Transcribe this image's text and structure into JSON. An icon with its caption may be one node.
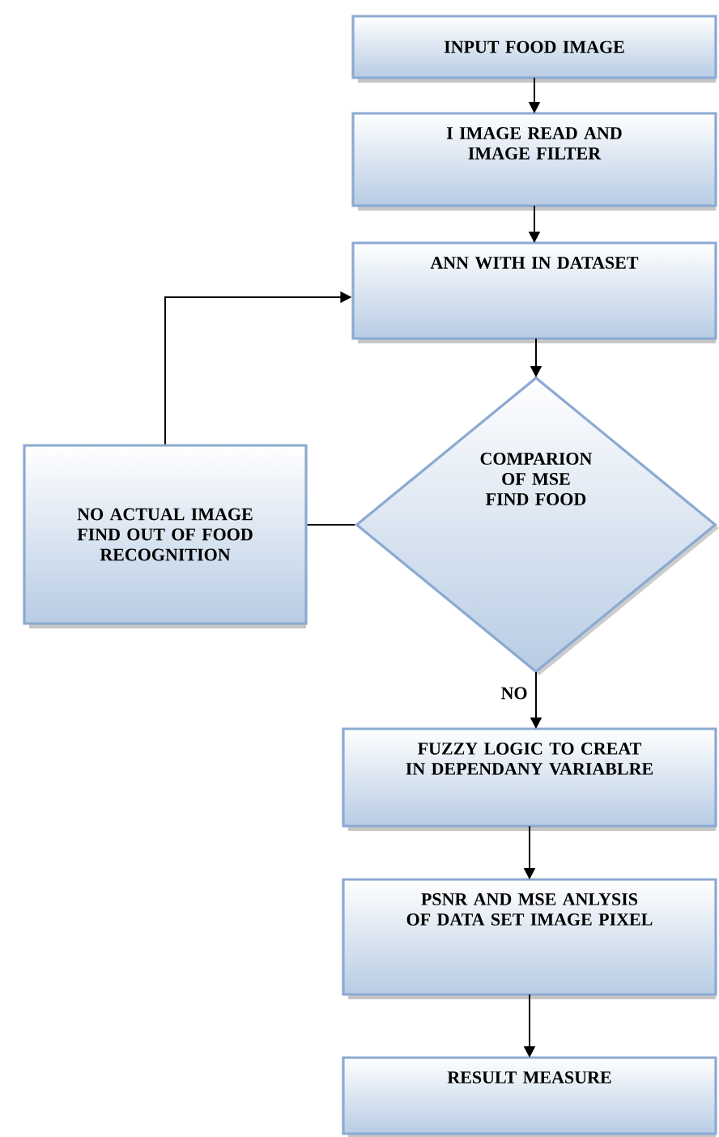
{
  "diagram": {
    "nodes": [
      {
        "text": [
          "INPUT FOOD IMAGE"
        ]
      },
      {
        "text": [
          "I IMAGE READ AND IMAGE FILTER"
        ]
      },
      {
        "text": [
          "ANN WITH IN DATASET"
        ]
      },
      {
        "text": [
          "COMPARION OF MSE FIND FOOD"
        ]
      },
      {
        "text": [
          "NO ACTUAL IMAGE FIND OUT OF FOOD RECOGNITION"
        ]
      },
      {
        "text": [
          "FUZZY LOGIC TO CREAT IN DEPENDANY VARIABLRE"
        ]
      },
      {
        "text": [
          "PSNR AND MSE ANLYSIS OF DATA SET IMAGE PIXEL"
        ]
      },
      {
        "text": [
          "RESULT MEASURE"
        ]
      }
    ],
    "edges": [
      {
        "from": 0,
        "to": 1,
        "arrow": "to"
      },
      {
        "from": 1,
        "to": 2,
        "arrow": "to"
      },
      {
        "from": 2,
        "to": 3,
        "arrow": "to"
      },
      {
        "from": 3,
        "to": 4,
        "arrow": "none"
      },
      {
        "from": 4,
        "to": 2,
        "arrow": "to"
      },
      {
        "from": 3,
        "to": 5,
        "arrow": "to",
        "label": "NO"
      },
      {
        "from": 5,
        "to": 6,
        "arrow": "to"
      },
      {
        "from": 6,
        "to": 7,
        "arrow": "to"
      }
    ]
  }
}
